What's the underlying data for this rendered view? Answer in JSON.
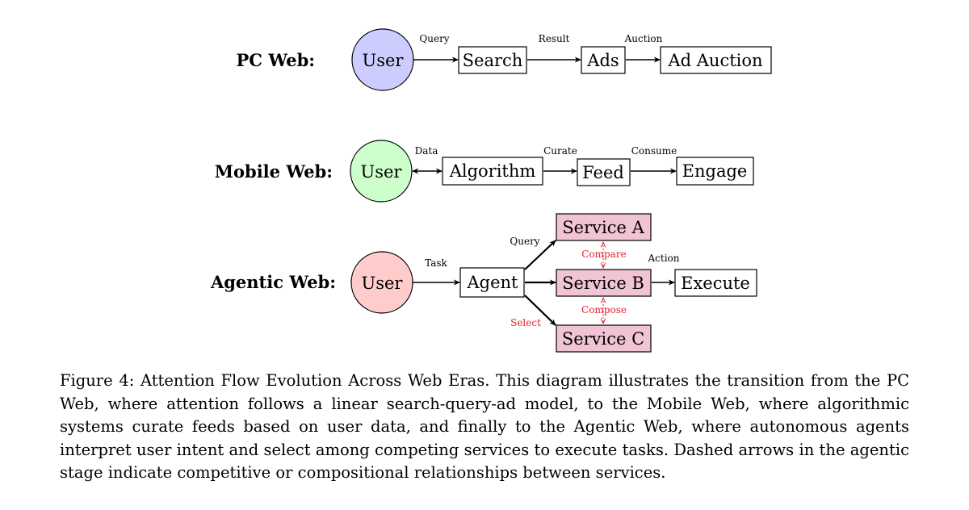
{
  "rows": {
    "pc": {
      "label": "PC Web:",
      "user": "User",
      "nodes": [
        "Search",
        "Ads",
        "Ad Auction"
      ],
      "edge_labels": [
        "Query",
        "Result",
        "Auction"
      ]
    },
    "mobile": {
      "label": "Mobile Web:",
      "user": "User",
      "nodes": [
        "Algorithm",
        "Feed",
        "Engage"
      ],
      "edge_labels": [
        "Data",
        "Curate",
        "Consume"
      ]
    },
    "agentic": {
      "label": "Agentic Web:",
      "user": "User",
      "agent": "Agent",
      "services": [
        "Service A",
        "Service B",
        "Service C"
      ],
      "execute": "Execute",
      "edge_labels": {
        "task": "Task",
        "query": "Query",
        "select": "Select",
        "compare": "Compare",
        "compose": "Compose",
        "action": "Action"
      }
    }
  },
  "colors": {
    "pc_user_fill": "#ccccff",
    "mobile_user_fill": "#ccffcc",
    "agentic_user_fill": "#ffcccc",
    "service_fill": "#f0c4d4",
    "dashed_arrow": "#e8202a"
  },
  "caption": "Figure 4: Attention Flow Evolution Across Web Eras. This diagram illustrates the transition from the PC Web, where attention follows a linear search-query-ad model, to the Mobile Web, where algorithmic systems curate feeds based on user data, and finally to the Agentic Web, where autonomous agents interpret user intent and select among competing services to execute tasks. Dashed arrows in the agentic stage indicate competitive or compositional relationships between services."
}
